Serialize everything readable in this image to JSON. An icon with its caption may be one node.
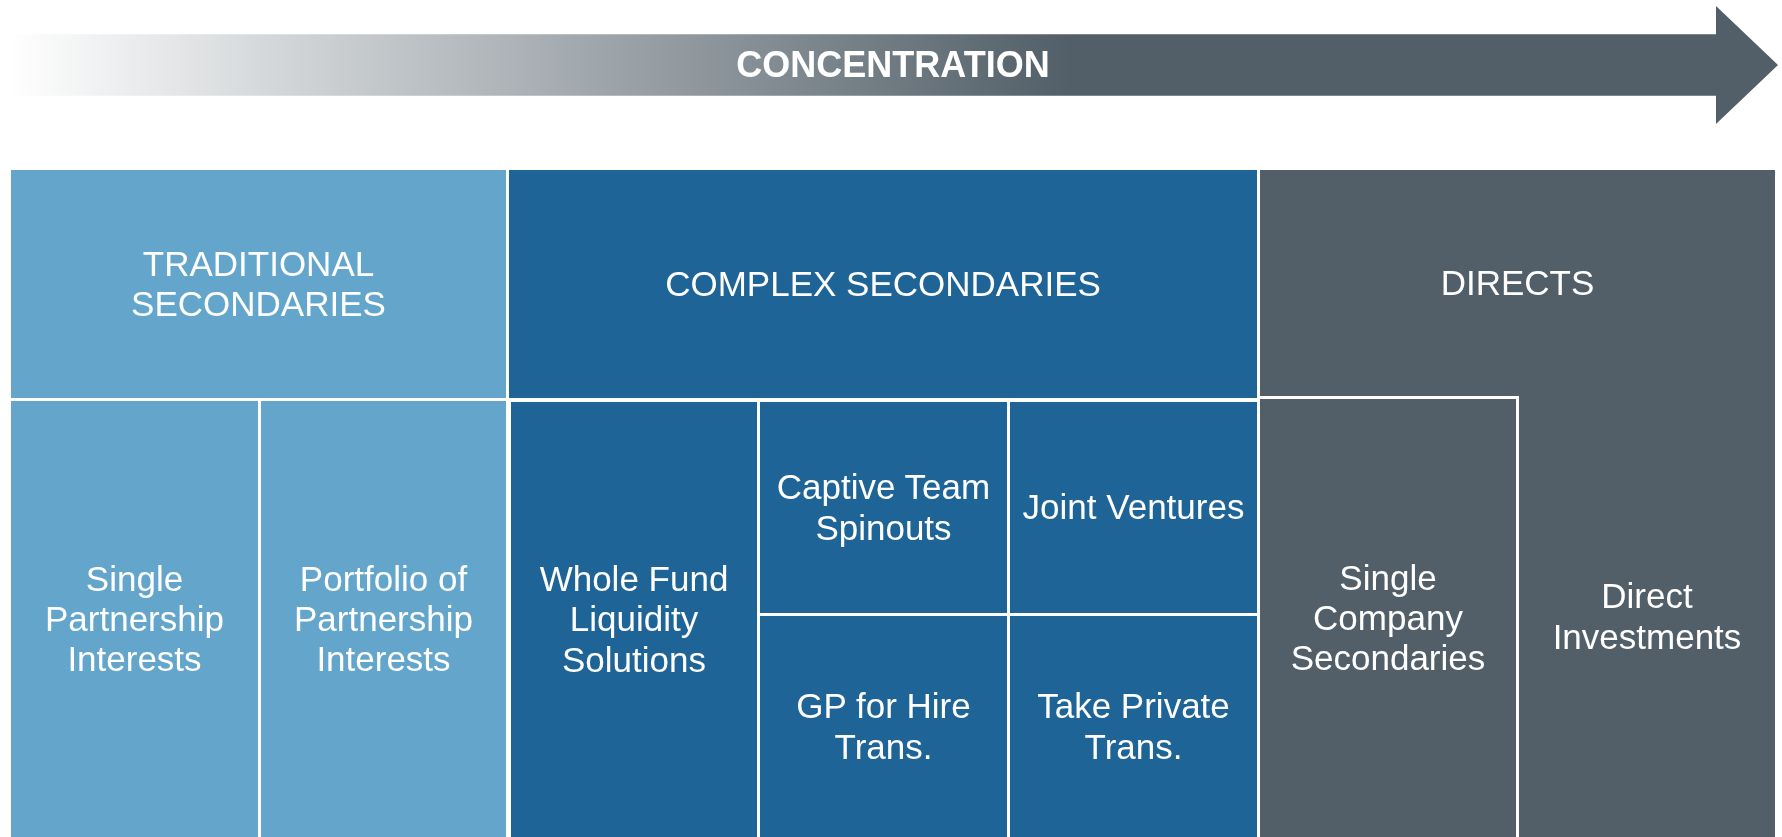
{
  "diagram": {
    "nodes": [
      {
        "text": [
          "CONCENTRATION"
        ]
      },
      {
        "text": [
          "TRADITIONAL SECONDARIES"
        ]
      },
      {
        "text": [
          "Single Partnership Interests"
        ]
      },
      {
        "text": [
          "Portfolio of Partnership Interests"
        ]
      },
      {
        "text": [
          "COMPLEX SECONDARIES"
        ]
      },
      {
        "text": [
          "Whole Fund Liquidity Solutions"
        ]
      },
      {
        "text": [
          "Captive Team Spinouts"
        ]
      },
      {
        "text": [
          "Joint Ventures"
        ]
      },
      {
        "text": [
          "GP for Hire Trans."
        ]
      },
      {
        "text": [
          "Take Private Trans."
        ]
      },
      {
        "text": [
          "DIRECTS"
        ]
      },
      {
        "text": [
          "Single Company Secondaries"
        ]
      },
      {
        "text": [
          "Direct Investments"
        ]
      }
    ]
  }
}
